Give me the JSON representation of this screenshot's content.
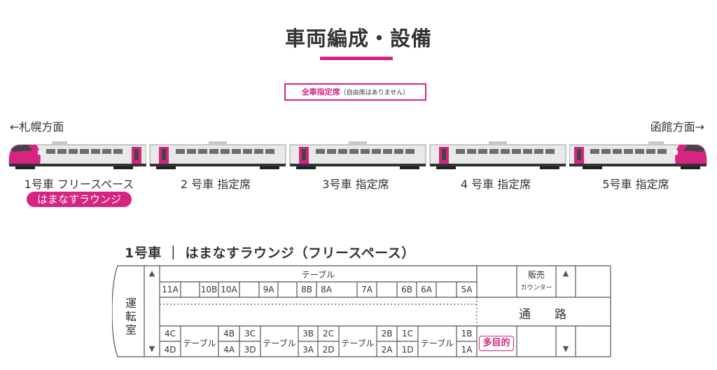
{
  "title": "車両編成・設備",
  "reserved_notice": {
    "main": "全車指定席",
    "sub": "（自由席はありません）"
  },
  "directions": {
    "left": "←札幌方面",
    "right": "函館方面→"
  },
  "cars": [
    {
      "label": "1号車 フリースペース",
      "badge": "はまなすラウンジ"
    },
    {
      "label": "2 号車 指定席"
    },
    {
      "label": "3号車 指定席"
    },
    {
      "label": "4 号車 指定席"
    },
    {
      "label": "5号車 指定席"
    }
  ],
  "floor_plan": {
    "heading": "1号車 ｜ はまなすラウンジ（フリースペース）",
    "cab_label": [
      "運",
      "転",
      "室"
    ],
    "table_label": "テーブル",
    "aisle_label": "通　　路",
    "shop_label": "販売",
    "counter_label": "カウンター",
    "multipurpose_label": "多目的",
    "top_seats": [
      "11A",
      "10B",
      "10A",
      "9A",
      "8B",
      "8A",
      "7A",
      "6B",
      "6A",
      "5A"
    ],
    "bottom_upper_seats": [
      "4C",
      "4B",
      "3C",
      "3B",
      "2C",
      "2B",
      "1C",
      "1B"
    ],
    "bottom_lower_seats": [
      "4D",
      "4A",
      "3D",
      "3A",
      "2D",
      "2A",
      "1D",
      "1A"
    ],
    "arrows": {
      "up": "▲",
      "down": "▼"
    }
  },
  "colors": {
    "accent": "#d62482",
    "train_body": "#e9e9ea",
    "window": "#6d6d6d",
    "line": "#555555"
  }
}
